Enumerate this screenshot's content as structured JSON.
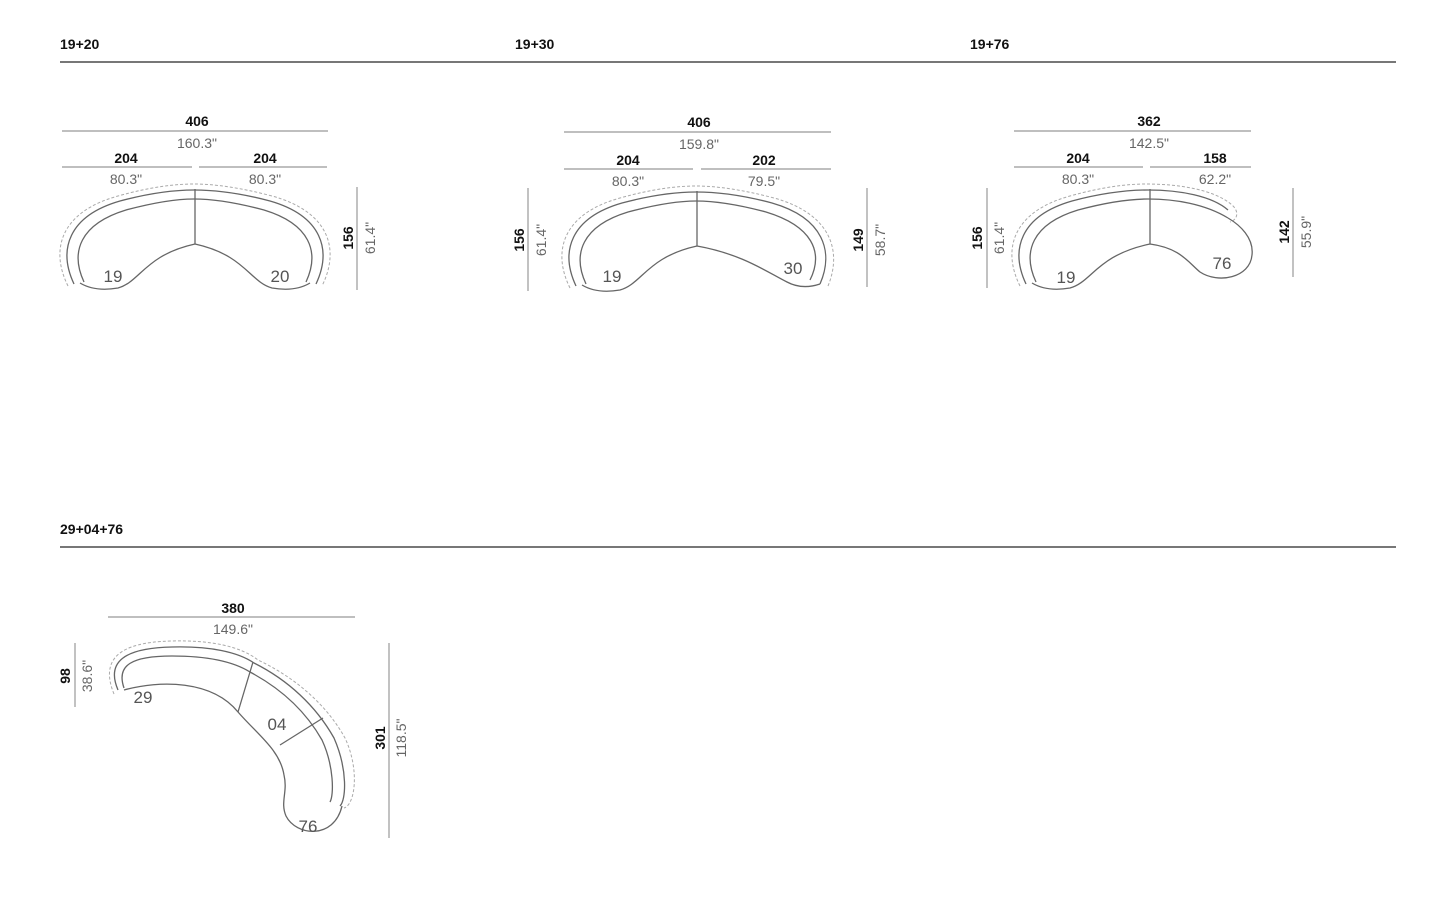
{
  "sections": [
    {
      "title": "19+20",
      "total_cm": "406",
      "total_in": "160.3\"",
      "parts": [
        {
          "cm": "204",
          "in": "80.3\""
        },
        {
          "cm": "204",
          "in": "80.3\""
        }
      ],
      "depth_left": {
        "cm": "156",
        "in": "61.4\""
      },
      "modules": [
        "19",
        "20"
      ]
    },
    {
      "title": "19+30",
      "total_cm": "406",
      "total_in": "159.8\"",
      "parts": [
        {
          "cm": "204",
          "in": "80.3\""
        },
        {
          "cm": "202",
          "in": "79.5\""
        }
      ],
      "depth_left": {
        "cm": "156",
        "in": "61.4\""
      },
      "depth_right": {
        "cm": "149",
        "in": "58.7\""
      },
      "modules": [
        "19",
        "30"
      ]
    },
    {
      "title": "19+76",
      "total_cm": "362",
      "total_in": "142.5\"",
      "parts": [
        {
          "cm": "204",
          "in": "80.3\""
        },
        {
          "cm": "158",
          "in": "62.2\""
        }
      ],
      "depth_left": {
        "cm": "156",
        "in": "61.4\""
      },
      "depth_right": {
        "cm": "142",
        "in": "55.9\""
      },
      "modules": [
        "19",
        "76"
      ]
    },
    {
      "title": "29+04+76",
      "total_cm": "380",
      "total_in": "149.6\"",
      "depth_left": {
        "cm": "98",
        "in": "38.6\""
      },
      "depth_right": {
        "cm": "301",
        "in": "118.5\""
      },
      "modules": [
        "29",
        "04",
        "76"
      ]
    }
  ]
}
